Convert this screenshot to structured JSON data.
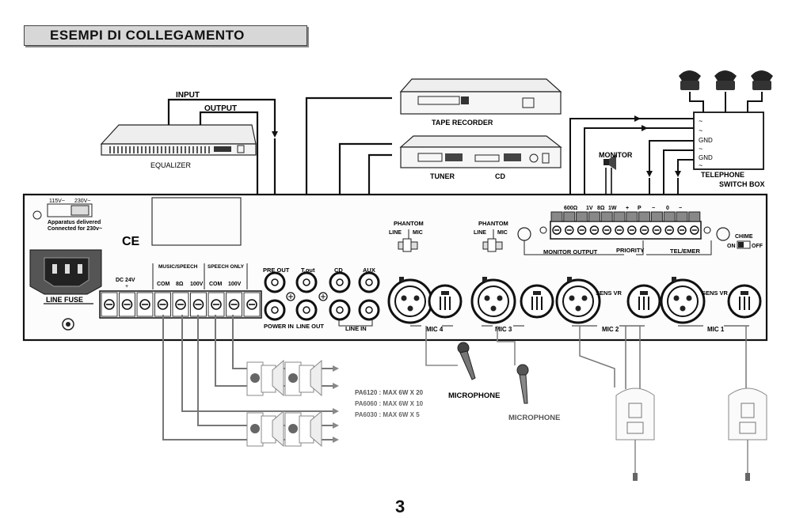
{
  "title": "ESEMPI DI COLLEGAMENTO",
  "page_number": "3",
  "devices": {
    "equalizer": {
      "label": "EQUALIZER",
      "input": "INPUT",
      "output": "OUTPUT"
    },
    "tape_recorder": "TAPE RECORDER",
    "tuner": "TUNER",
    "cd": "CD",
    "monitor_speaker": "MONITOR",
    "telephone_switch_box": {
      "line1": "TELEPHONE",
      "line2": "SWITCH BOX",
      "labels": [
        "~",
        "~",
        "GND",
        "~",
        "GND",
        "~"
      ]
    }
  },
  "amplifier": {
    "voltage": {
      "v1": "115V~",
      "v2": "230V~",
      "note1": "Apparatus delivered",
      "note2": "Connected for 230v~"
    },
    "line_fuse": "LINE FUSE",
    "ce": "CE",
    "dc": "DC 24V",
    "dc_plus": "+",
    "music_speech": "MUSIC/SPEECH",
    "speech_only": "SPEECH ONLY",
    "com1": "COM",
    "ohm": "8Ω",
    "v100a": "100V",
    "com2": "COM",
    "v100b": "100V",
    "pre_out": "PRE OUT",
    "power_in": "POWER IN",
    "tout": "T.out",
    "line_out": "LINE OUT",
    "cd": "CD",
    "aux": "AUX",
    "line_in": "LINE IN",
    "phantom": "PHANTOM",
    "line": "LINE",
    "mic": "MIC",
    "mic_labels": [
      "MIC 4",
      "MIC 3",
      "MIC 2",
      "MIC 1"
    ],
    "sens_vr": "SENS VR",
    "terminal_labels": [
      "600Ω",
      "1V",
      "8Ω",
      "1W",
      "+",
      "P",
      "−",
      "0",
      "−"
    ],
    "monitor_output": "MONITOR  OUTPUT",
    "priority": "PRIORITY",
    "tel_emer": "TEL/EMER",
    "chime": "CHIME",
    "on": "ON",
    "off": "OFF"
  },
  "speaker_note": [
    "PA6120 : MAX 6W X 20",
    "PA6060 : MAX 6W X 10",
    "PA6030 : MAX 6W X  5"
  ],
  "microphone_label": "MICROPHONE"
}
